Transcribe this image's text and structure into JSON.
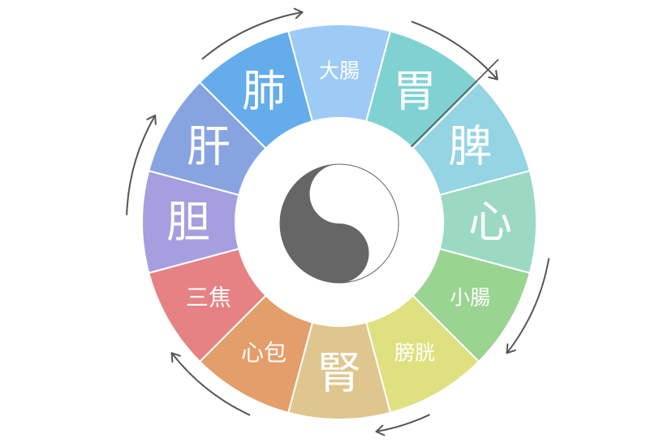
{
  "segments": [
    {
      "label": "胆",
      "color": "#a59fdf",
      "size": "big"
    },
    {
      "label": "肝",
      "color": "#88a4e0",
      "size": "big"
    },
    {
      "label": "肺",
      "color": "#64acea",
      "size": "big"
    },
    {
      "label": "大腸",
      "color": "#9ecbf6",
      "size": "small"
    },
    {
      "label": "胃",
      "color": "#80d2d2",
      "size": "big"
    },
    {
      "label": "脾",
      "color": "#95d4e2",
      "size": "big"
    },
    {
      "label": "心",
      "color": "#9bd9c3",
      "size": "big"
    },
    {
      "label": "小腸",
      "color": "#9ad491",
      "size": "small"
    },
    {
      "label": "膀胱",
      "color": "#dfe180",
      "size": "small"
    },
    {
      "label": "腎",
      "color": "#dec68e",
      "size": "big"
    },
    {
      "label": "心包",
      "color": "#e49e6a",
      "size": "mid"
    },
    {
      "label": "三焦",
      "color": "#e68283",
      "size": "mid"
    }
  ],
  "yinyang": {
    "dark": "#666666",
    "light": "#ffffff"
  },
  "icons": [
    "yin-yang-icon",
    "cycle-arrow-icon"
  ]
}
